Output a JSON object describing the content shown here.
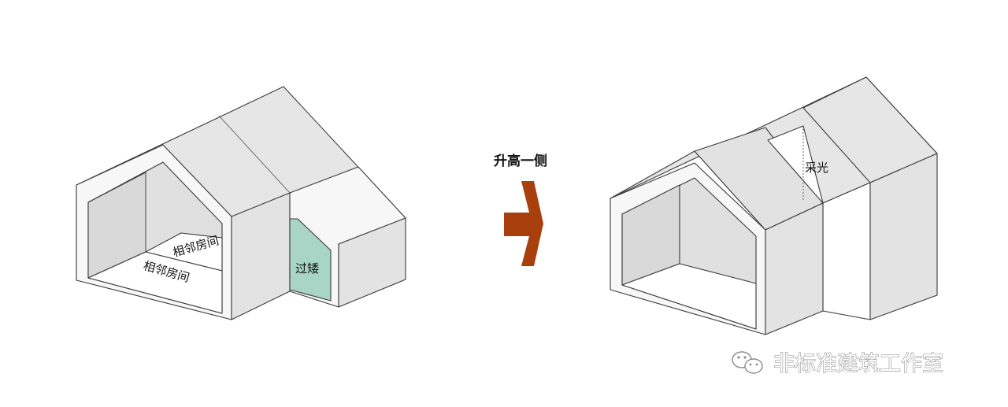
{
  "labels": {
    "adjacent_room_upper": "相邻房间",
    "adjacent_room_lower": "相邻房间",
    "too_low": "过矮",
    "transform": "升高一侧",
    "daylight": "采光"
  },
  "watermark": {
    "text": "非标准建筑工作室",
    "icon": "wechat-icon"
  },
  "colors": {
    "arrow": "#a8400e",
    "highlight": "#a8d5c6"
  }
}
